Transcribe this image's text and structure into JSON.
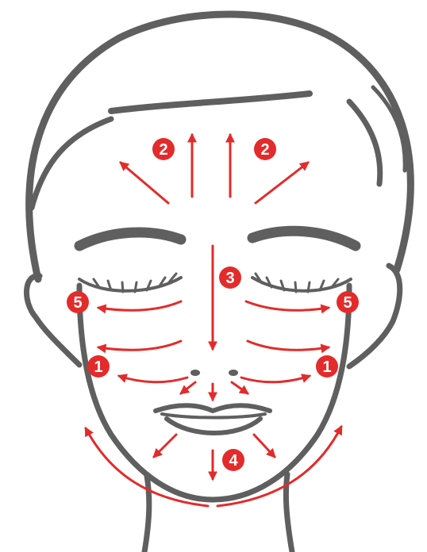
{
  "colors": {
    "arrow": "#e32b2b",
    "outline": "#5f5f5f",
    "badge_text": "#ffffff",
    "background": "#ffffff"
  },
  "markers": {
    "forehead_left": "2",
    "forehead_right": "2",
    "nose_bridge": "3",
    "under_eye_left": "5",
    "under_eye_right": "5",
    "cheek_left": "1",
    "cheek_right": "1",
    "chin": "4"
  }
}
